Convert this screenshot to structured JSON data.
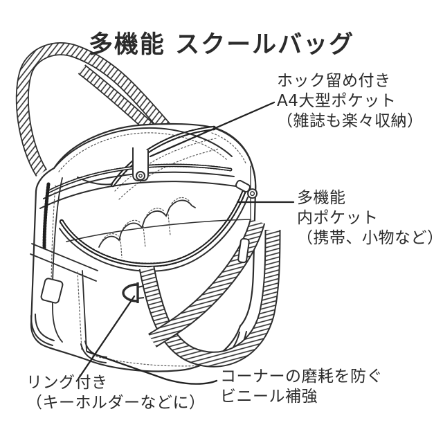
{
  "title": "多機能 スクールバッグ",
  "palette": {
    "ink": "#2d2d2d",
    "background": "#ffffff"
  },
  "illustration": {
    "subject": "school bag line drawing",
    "parts": [
      "striped carry handles",
      "A4 front pocket flap with snap",
      "main zipper opening",
      "scalloped inner pockets",
      "zipper slider",
      "d-ring",
      "hanging shoulder strap",
      "vinyl corner reinforcement"
    ]
  },
  "callouts": {
    "a4_pocket": {
      "lines": [
        "ホック留め付き",
        "A4大型ポケット",
        "（雑誌も楽々収納）"
      ]
    },
    "inner_pocket": {
      "lines": [
        "多機能",
        "内ポケット",
        "（携帯、小物など）"
      ]
    },
    "ring": {
      "lines": [
        "リング付き",
        "（キーホルダーなどに）"
      ]
    },
    "corner": {
      "lines": [
        "コーナーの磨耗を防ぐ",
        "ビニール補強"
      ]
    }
  }
}
